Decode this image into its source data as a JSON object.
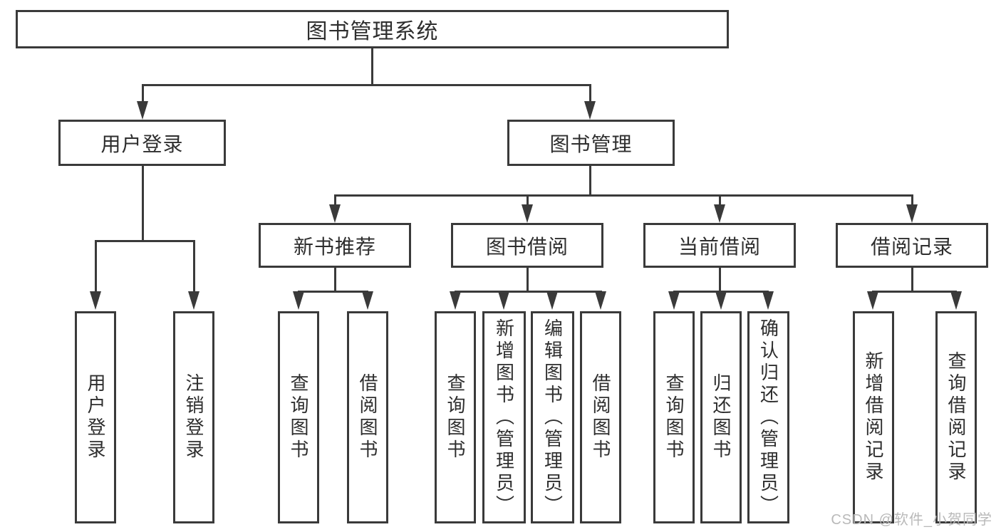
{
  "diagram": {
    "title": "图书管理系统",
    "nodes": {
      "root": "图书管理系统",
      "user_login": "用户登录",
      "book_mgmt": "图书管理",
      "new_book_rec": "新书推荐",
      "book_borrow": "图书借阅",
      "current_borrow": "当前借阅",
      "borrow_record": "借阅记录",
      "leaf_user_login": "用户登录",
      "leaf_logout": "注销登录",
      "leaf_rec_query": "查询图书",
      "leaf_rec_borrow": "借阅图书",
      "leaf_bb_query": "查询图书",
      "leaf_bb_add": "新增图书（管理员）",
      "leaf_bb_edit": "编辑图书（管理员）",
      "leaf_bb_borrow": "借阅图书",
      "leaf_cb_query": "查询图书",
      "leaf_cb_return": "归还图书",
      "leaf_cb_confirm": "确认归还（管理员）",
      "leaf_br_add": "新增借阅记录",
      "leaf_br_query": "查询借阅记录"
    },
    "watermark": "CSDN @软件_小贺同学",
    "colors": {
      "line": "#3a3a3a",
      "text": "#2e2e2e",
      "watermark": "#b9b9b9",
      "background": "#ffffff"
    }
  }
}
